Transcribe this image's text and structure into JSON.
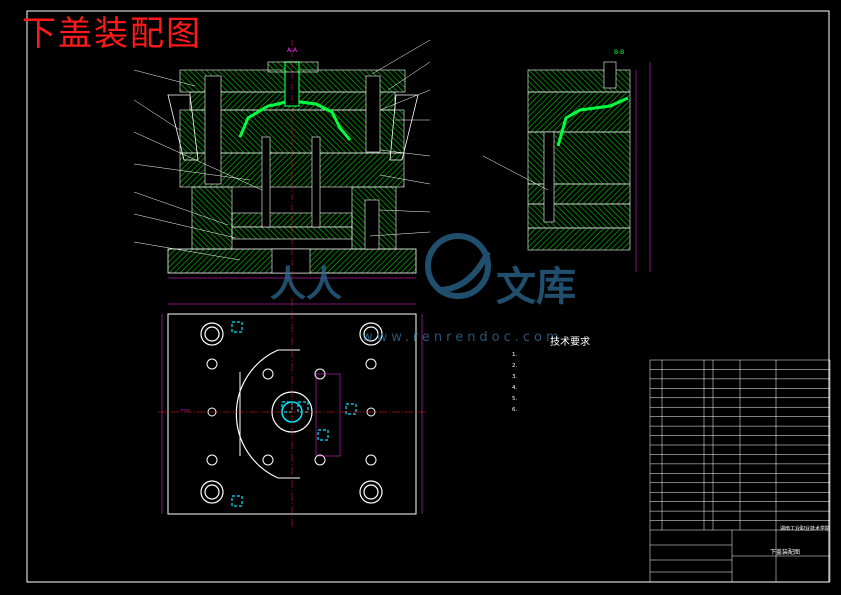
{
  "title": "下盖装配图",
  "watermark": {
    "cn": "人人文库",
    "url": "www.renrendoc.com"
  },
  "section_labels": {
    "aa": "A-A",
    "bb": "B-B"
  },
  "tech_requirements": {
    "heading": "技术要求",
    "items": [
      "1. ",
      "2. ",
      "3. ",
      "4. ",
      "5. ",
      "6. "
    ]
  },
  "title_block": {
    "drawing_name": "下盖装配图",
    "school": "湖南工业职业技术学院"
  },
  "colors": {
    "frame": "#ffffff",
    "plate": "#00c000",
    "cyan": "#00e5ff",
    "magenta": "#ff30ff",
    "red": "#ff2020",
    "yellow": "#ffff00",
    "title": "#ff1a1a"
  }
}
